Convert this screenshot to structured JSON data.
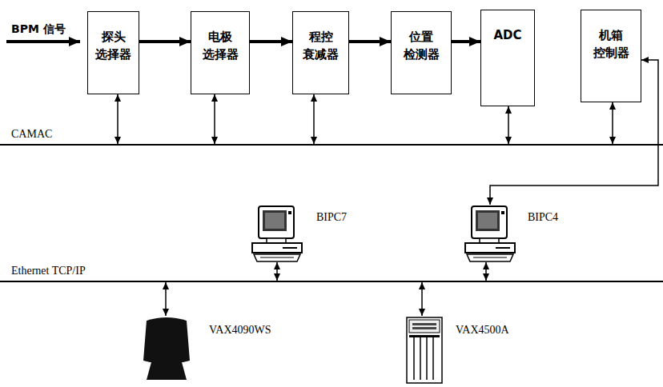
{
  "diagram": {
    "nodes": [
      {
        "text": [
          "探头 选择器"
        ]
      },
      {
        "text": [
          "电极 选择器"
        ]
      },
      {
        "text": [
          "程控 衰减器"
        ]
      },
      {
        "text": [
          "位置 检测器"
        ]
      },
      {
        "text": [
          "ADC"
        ]
      },
      {
        "text": [
          "机箱 控制器"
        ]
      },
      {
        "text": [
          "CAMAC"
        ]
      },
      {
        "text": [
          "Ethernet TCP/IP"
        ]
      },
      {
        "text": [
          "BIPC7"
        ]
      },
      {
        "text": [
          "BIPC4"
        ]
      },
      {
        "text": [
          "VAX4090WS"
        ]
      },
      {
        "text": [
          "VAX4500A"
        ]
      }
    ],
    "edges": [
      {
        "from": 0,
        "to": 1,
        "arrow": "to"
      },
      {
        "from": 1,
        "to": 2,
        "arrow": "to"
      },
      {
        "from": 2,
        "to": 3,
        "arrow": "to"
      },
      {
        "from": 3,
        "to": 4,
        "arrow": "to"
      },
      {
        "from": 0,
        "to": 6,
        "arrow": "both"
      },
      {
        "from": 1,
        "to": 6,
        "arrow": "both"
      },
      {
        "from": 2,
        "to": 6,
        "arrow": "both"
      },
      {
        "from": 4,
        "to": 6,
        "arrow": "both"
      },
      {
        "from": 5,
        "to": 6,
        "arrow": "both"
      },
      {
        "from": 8,
        "to": 7,
        "arrow": "both"
      },
      {
        "from": 9,
        "to": 7,
        "arrow": "both"
      },
      {
        "from": 10,
        "to": 7,
        "arrow": "both"
      },
      {
        "from": 11,
        "to": 7,
        "arrow": "both"
      },
      {
        "from": 9,
        "to": 5,
        "arrow": "both"
      }
    ],
    "labels": [
      "BPM 信号"
    ]
  }
}
